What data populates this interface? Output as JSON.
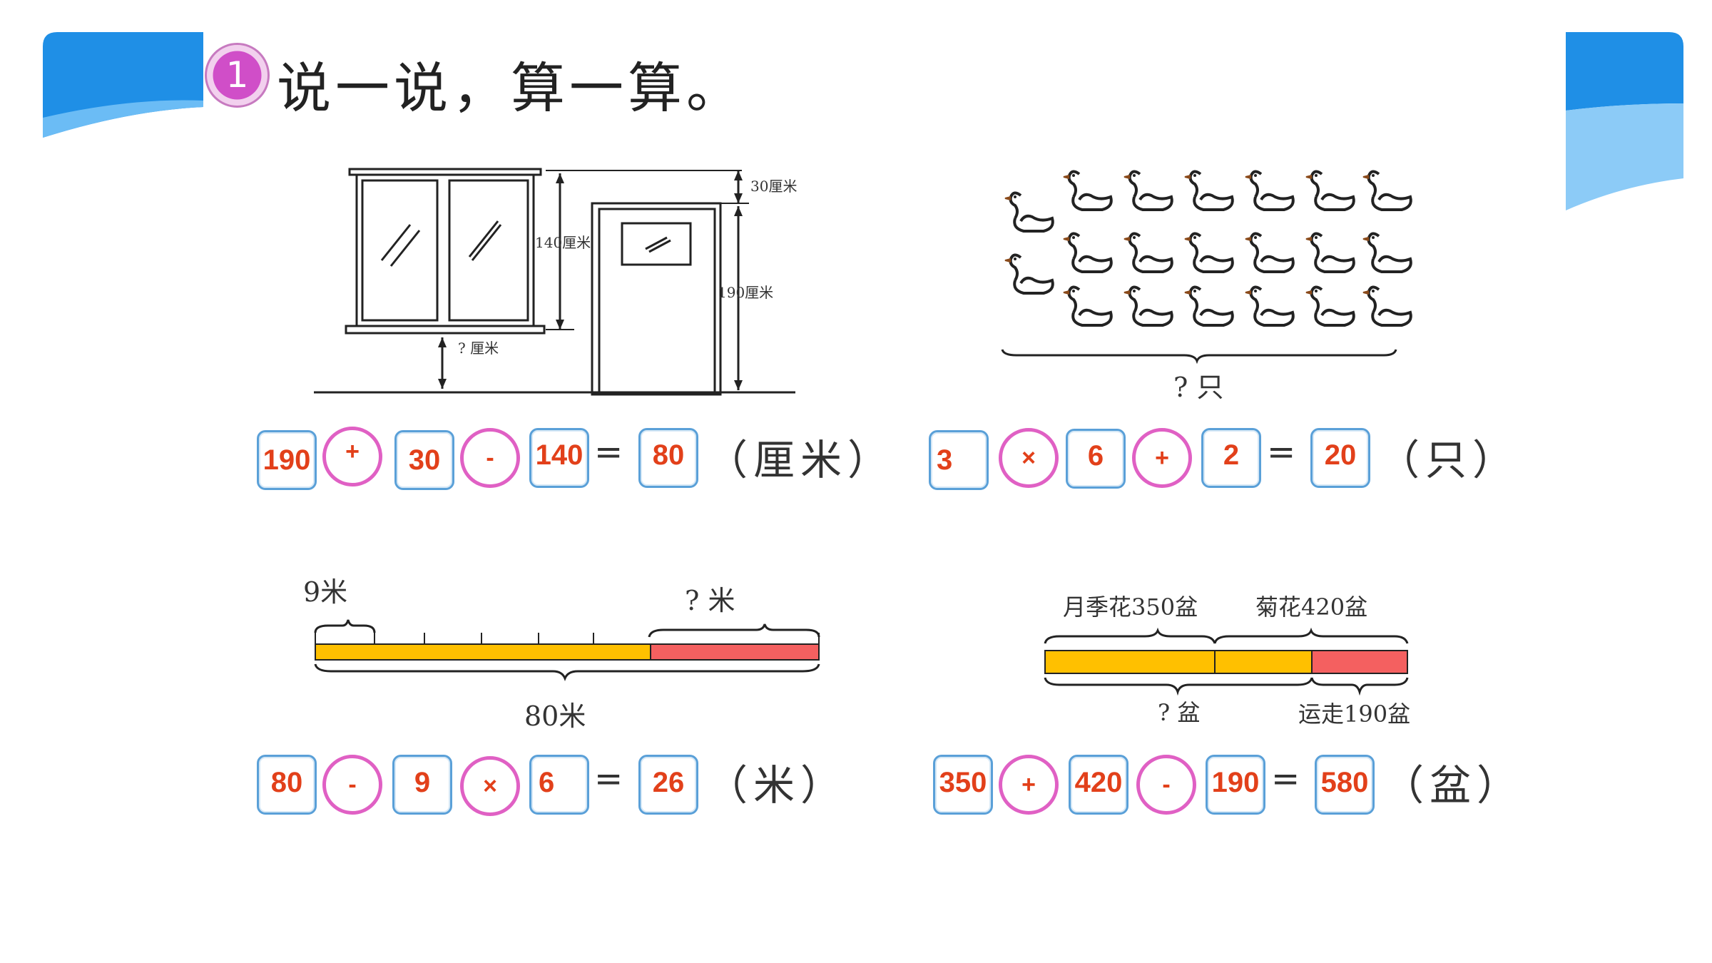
{
  "header": {
    "number": "1",
    "title": "说一说，算一算。"
  },
  "colors": {
    "accent_blue": "#2196e8",
    "box_border": "#5aa0d8",
    "circle_border": "#e060c4",
    "answer_red": "#e2401a",
    "bar_yellow": "#ffc000",
    "bar_red": "#f46060"
  },
  "panel1": {
    "labels": {
      "top_gap": "30厘米",
      "window": "140厘米",
      "door": "190厘米",
      "question": "? 厘米"
    },
    "equation": {
      "n1": "190",
      "op1": "+",
      "n2": "30",
      "op2": "-",
      "n3": "140",
      "eq": "=",
      "result": "80",
      "unit": "（厘米）"
    }
  },
  "panel2": {
    "labels": {
      "question": "? 只"
    },
    "equation": {
      "n1": "3",
      "op1": "×",
      "n2": "6",
      "op2": "+",
      "n3": "2",
      "eq": "=",
      "result": "20",
      "unit": "（只）"
    }
  },
  "panel3": {
    "labels": {
      "segment": "9米",
      "question": "? 米",
      "total": "80米"
    },
    "equation": {
      "n1": "80",
      "op1": "-",
      "n2": "9",
      "op2": "×",
      "n3": "6",
      "eq": "=",
      "result": "26",
      "unit": "（米）"
    }
  },
  "panel4": {
    "labels": {
      "roses": "月季花350盆",
      "chrys": "菊花420盆",
      "question": "? 盆",
      "moved": "运走190盆"
    },
    "equation": {
      "n1": "350",
      "op1": "+",
      "n2": "420",
      "op2": "-",
      "n3": "190",
      "eq": "=",
      "result": "580",
      "unit": "（盆）"
    }
  }
}
